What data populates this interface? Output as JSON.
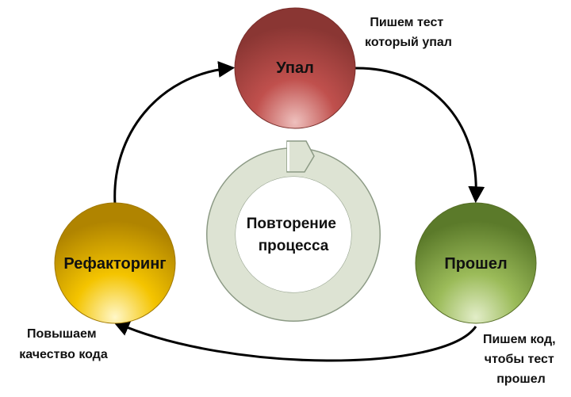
{
  "nodes": {
    "failed": {
      "label": "Упал",
      "color_light": "#e0a8a4",
      "color_mid": "#c0504d",
      "color_dark": "#8c3a37"
    },
    "passed": {
      "label": "Прошел",
      "color_light": "#d7e4bd",
      "color_mid": "#9bbb59",
      "color_dark": "#5f7a2c"
    },
    "refactor": {
      "label": "Рефакторинг",
      "color_light": "#fff3b0",
      "color_mid": "#f2c200",
      "color_dark": "#b88a00"
    }
  },
  "center": {
    "line1": "Повторение",
    "line2": "процесса",
    "ring_color": "#dde3d3",
    "ring_stroke": "#8c9a85"
  },
  "annotations": {
    "failed_note": {
      "line1": "Пишем тест",
      "line2": "который упал"
    },
    "passed_note": {
      "line1": "Пишем код,",
      "line2": "чтобы тест",
      "line3": "прошел"
    },
    "refactor_note": {
      "line1": "Повышаем",
      "line2": "качество кода"
    }
  }
}
